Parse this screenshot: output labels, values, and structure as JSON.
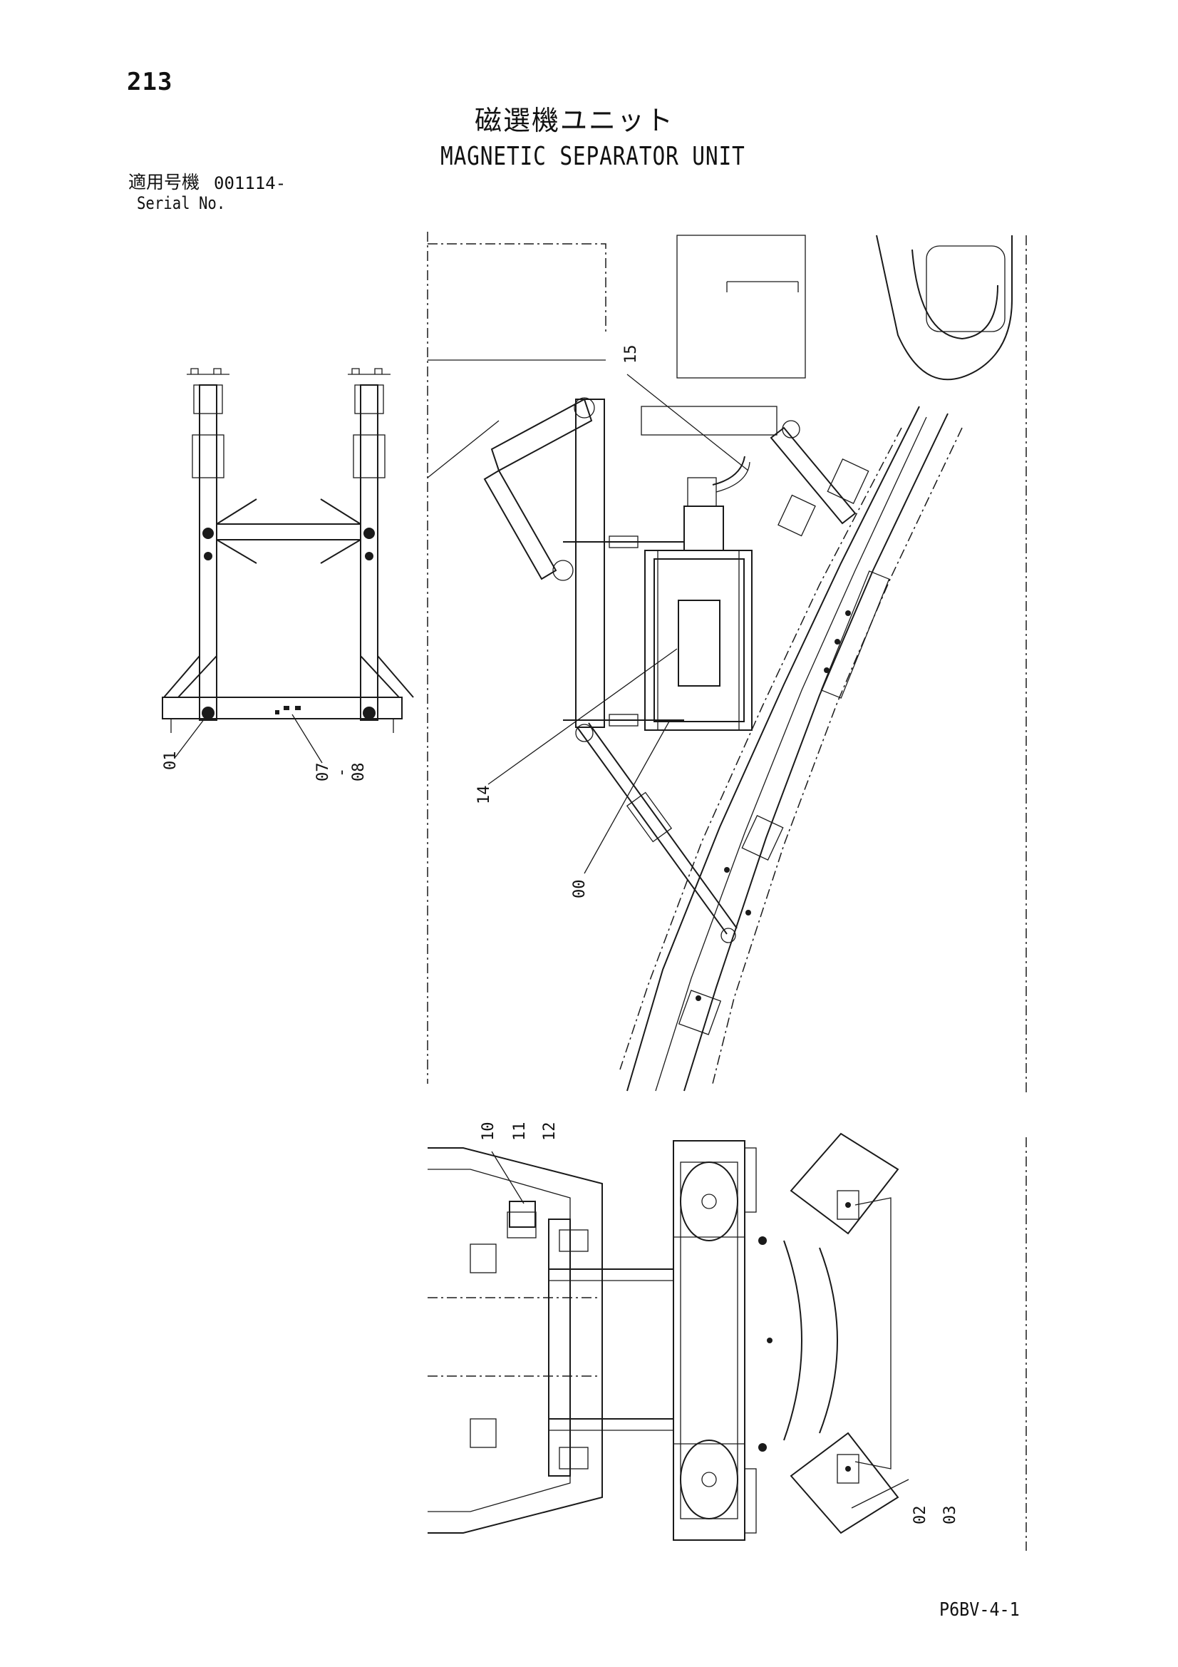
{
  "header": {
    "page_number": "213",
    "title_jp": "磁選機ユニット",
    "title_en": "MAGNETIC SEPARATOR UNIT",
    "serial_label_jp": "適用号機",
    "serial_value": "001114-",
    "serial_label_en": "Serial No."
  },
  "callouts": {
    "c01": "01",
    "c07": "07",
    "c07_dash": "-",
    "c08": "08",
    "c14": "14",
    "c00": "00",
    "c15": "15",
    "c10": "10",
    "c11": "11",
    "c12": "12",
    "c02": "02",
    "c03": "03"
  },
  "footer": {
    "drawing_code": "P6BV-4-1"
  }
}
